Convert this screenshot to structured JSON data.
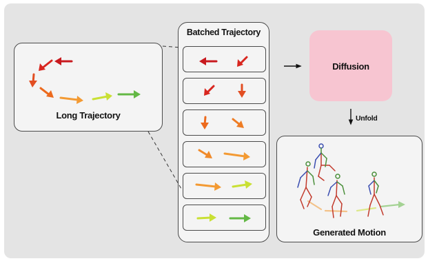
{
  "long_trajectory": {
    "label": "Long Trajectory"
  },
  "batched_trajectory": {
    "title": "Batched Trajectory",
    "batch_count": 6
  },
  "diffusion": {
    "label": "Diffusion",
    "color": "#f7c5d1"
  },
  "unfold": {
    "label": "Unfold"
  },
  "generated_motion": {
    "label": "Generated Motion"
  },
  "arrow_colors": [
    "#c8191e",
    "#e03a22",
    "#ec6a1d",
    "#f39a33",
    "#f0b63a",
    "#c9e034",
    "#63b845"
  ]
}
